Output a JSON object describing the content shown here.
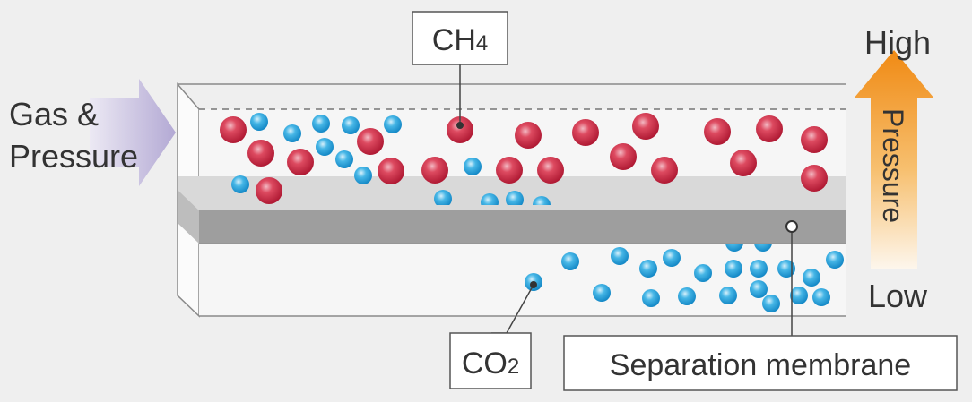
{
  "labels": {
    "inlet": {
      "line1": "Gas &",
      "line2": "Pressure"
    },
    "ch4": {
      "main": "CH",
      "sub": "4"
    },
    "co2": {
      "main": "CO",
      "sub": "2"
    },
    "membrane": "Separation membrane",
    "pressure_high": "High",
    "pressure_low": "Low",
    "pressure_axis": "Pressure"
  },
  "colors": {
    "background": "#efefef",
    "ch4_molecule": "#cf2d45",
    "co2_molecule": "#2aa0dc",
    "membrane_top": "#d9d9d9",
    "membrane_core": "#9e9e9e",
    "inlet_arrow": "#b7aed6",
    "pressure_arrow_top": "#f0901e",
    "pressure_arrow_bottom": "#ffffff"
  }
}
